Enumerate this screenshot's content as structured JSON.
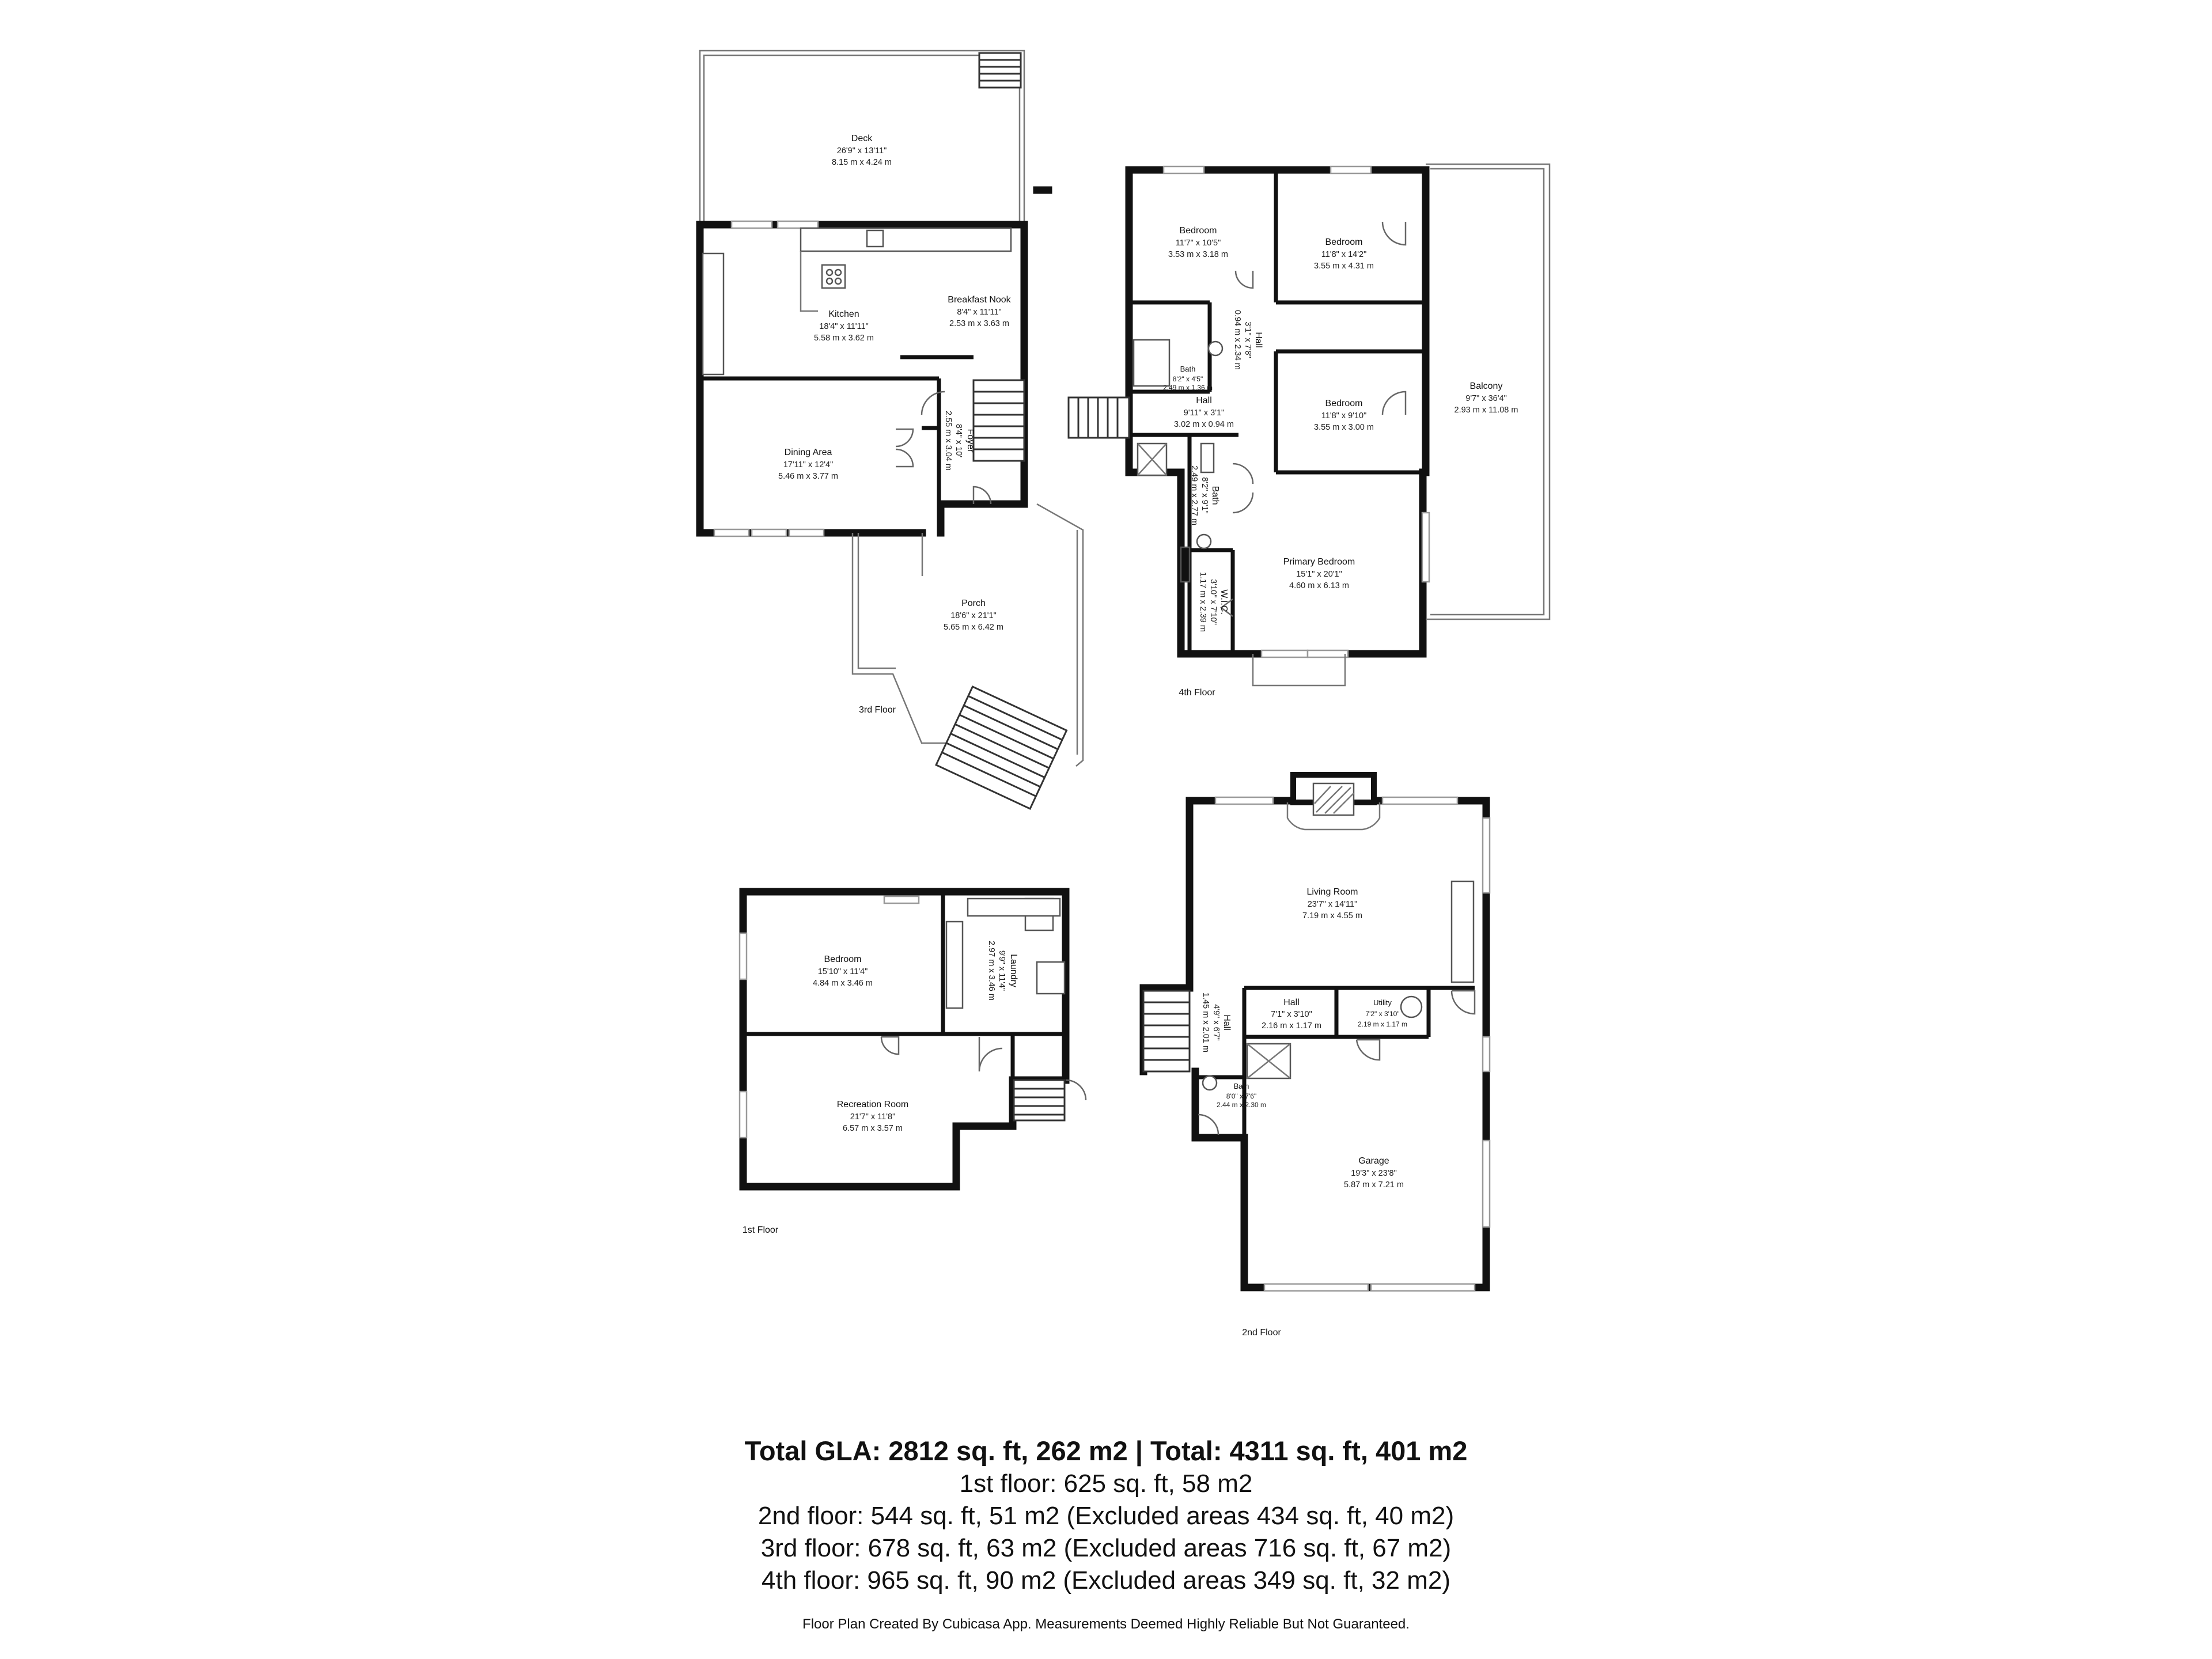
{
  "rooms": {
    "deck": {
      "name": "Deck",
      "imperial": "26'9\" x 13'11\"",
      "metric": "8.15 m x 4.24 m"
    },
    "kitchen": {
      "name": "Kitchen",
      "imperial": "18'4\" x 11'11\"",
      "metric": "5.58 m x 3.62 m"
    },
    "breakfast_nook": {
      "name": "Breakfast Nook",
      "imperial": "8'4\" x 11'11\"",
      "metric": "2.53 m x 3.63 m"
    },
    "dining_area": {
      "name": "Dining Area",
      "imperial": "17'11\" x 12'4\"",
      "metric": "5.46 m x 3.77 m"
    },
    "foyer": {
      "name": "Foyer",
      "imperial": "8'4\" x 10'",
      "metric": "2.55 m x 3.04 m"
    },
    "porch": {
      "name": "Porch",
      "imperial": "18'6\" x 21'1\"",
      "metric": "5.65 m x 6.42 m"
    },
    "bedroom_4a": {
      "name": "Bedroom",
      "imperial": "11'7\" x 10'5\"",
      "metric": "3.53 m x 3.18 m"
    },
    "bedroom_4b": {
      "name": "Bedroom",
      "imperial": "11'8\" x 14'2\"",
      "metric": "3.55 m x 4.31 m"
    },
    "bedroom_4c": {
      "name": "Bedroom",
      "imperial": "11'8\" x 9'10\"",
      "metric": "3.55 m x 3.00 m"
    },
    "hall_4_small": {
      "name": "Hall",
      "imperial": "3'1\" x 7'8\"",
      "metric": "0.94 m x 2.34 m"
    },
    "bath_4a": {
      "name": "Bath",
      "imperial": "8'2\" x 4'5\"",
      "metric": "2.49 m x 1.36 m"
    },
    "hall_4": {
      "name": "Hall",
      "imperial": "9'11\" x 3'1\"",
      "metric": "3.02 m x 0.94 m"
    },
    "bath_4b": {
      "name": "Bath",
      "imperial": "8'2\" x 9'1\"",
      "metric": "2.49 m x 2.77 m"
    },
    "wic": {
      "name": "W.I.C.",
      "imperial": "3'10\" x 7'10\"",
      "metric": "1.17 m x 2.39 m"
    },
    "primary_bedroom": {
      "name": "Primary Bedroom",
      "imperial": "15'1\" x 20'1\"",
      "metric": "4.60 m x 6.13 m"
    },
    "balcony": {
      "name": "Balcony",
      "imperial": "9'7\" x 36'4\"",
      "metric": "2.93 m x 11.08 m"
    },
    "bedroom_1": {
      "name": "Bedroom",
      "imperial": "15'10\" x 11'4\"",
      "metric": "4.84 m x 3.46 m"
    },
    "laundry": {
      "name": "Laundry",
      "imperial": "9'9\" x 11'4\"",
      "metric": "2.97 m x 3.46 m"
    },
    "recreation_room": {
      "name": "Recreation Room",
      "imperial": "21'7\" x 11'8\"",
      "metric": "6.57 m x 3.57 m"
    },
    "living_room": {
      "name": "Living Room",
      "imperial": "23'7\" x 14'11\"",
      "metric": "7.19 m x 4.55 m"
    },
    "hall_2_vertical": {
      "name": "Hall",
      "imperial": "4'9\" x 6'7\"",
      "metric": "1.45 m x 2.01 m"
    },
    "hall_2": {
      "name": "Hall",
      "imperial": "7'1\" x 3'10\"",
      "metric": "2.16 m x 1.17 m"
    },
    "utility": {
      "name": "Utility",
      "imperial": "7'2\" x 3'10\"",
      "metric": "2.19 m x 1.17 m"
    },
    "bath_2": {
      "name": "Bath",
      "imperial": "8'0\" x 7'6\"",
      "metric": "2.44 m x 2.30 m"
    },
    "garage": {
      "name": "Garage",
      "imperial": "19'3\" x 23'8\"",
      "metric": "5.87 m x 7.21 m"
    }
  },
  "floor_labels": {
    "first": "1st Floor",
    "second": "2nd Floor",
    "third": "3rd Floor",
    "fourth": "4th Floor"
  },
  "summary": {
    "total": "Total GLA: 2812 sq. ft, 262 m2 | Total: 4311 sq. ft, 401 m2",
    "floor1": "1st floor: 625 sq. ft, 58 m2",
    "floor2": "2nd floor: 544 sq. ft, 51 m2 (Excluded areas 434 sq. ft, 40 m2)",
    "floor3": "3rd floor: 678 sq. ft, 63 m2 (Excluded areas 716 sq. ft, 67 m2)",
    "floor4": "4th floor: 965 sq. ft, 90 m2 (Excluded areas 349 sq. ft, 32 m2)",
    "disclaimer": "Floor Plan Created By Cubicasa App. Measurements Deemed Highly Reliable But Not Guaranteed."
  }
}
